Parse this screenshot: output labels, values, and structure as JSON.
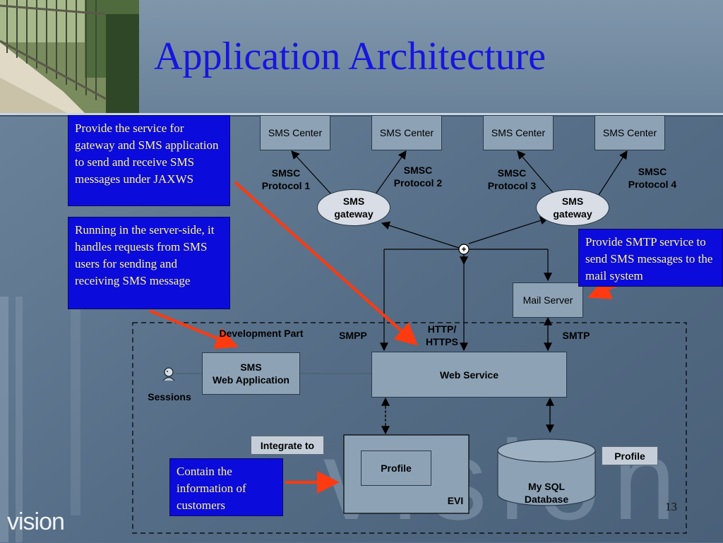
{
  "slide": {
    "title": "Application Architecture",
    "page_number": "13",
    "logo": "vision",
    "watermark": "vision"
  },
  "sms_centers": [
    {
      "label": "SMS Center"
    },
    {
      "label": "SMS Center"
    },
    {
      "label": "SMS Center"
    },
    {
      "label": "SMS Center"
    }
  ],
  "protocols": [
    {
      "line1": "SMSC",
      "line2": "Protocol 1"
    },
    {
      "line1": "SMSC",
      "line2": "Protocol 2"
    },
    {
      "line1": "SMSC",
      "line2": "Protocol 3"
    },
    {
      "line1": "SMSC",
      "line2": "Protocol 4"
    }
  ],
  "gateways": [
    {
      "line1": "SMS",
      "line2": "gateway"
    },
    {
      "line1": "SMS",
      "line2": "gateway"
    }
  ],
  "junction": {
    "symbol": "+"
  },
  "mail_server": {
    "label": "Mail Server"
  },
  "links": {
    "smpp": "SMPP",
    "http_line1": "HTTP/",
    "http_line2": "HTTPS",
    "smtp": "SMTP"
  },
  "development": {
    "label": "Development Part",
    "web_app_line1": "SMS",
    "web_app_line2": "Web Application",
    "sessions": "Sessions",
    "web_service": "Web Service"
  },
  "evi": {
    "integrate_to": "Integrate to",
    "profile": "Profile",
    "label": "EVI"
  },
  "database": {
    "line1": "My SQL",
    "line2": "Database",
    "profile_note": "Profile"
  },
  "callouts": {
    "gateway_service": "Provide the service for gateway and SMS application to send and receive SMS messages under JAXWS",
    "server_side": "Running in the server-side, it handles requests from SMS users for sending and receiving SMS message",
    "smtp_service": "Provide SMTP service to send SMS messages to the mail system",
    "customer_info": "Contain the information of customers"
  },
  "colors": {
    "title": "#1616e0",
    "callout_bg": "#0b0bdc",
    "callout_text": "#fff68a",
    "arrow": "#ff3a10",
    "background": "#58708a"
  },
  "icons": [
    "sessions-user-icon"
  ]
}
